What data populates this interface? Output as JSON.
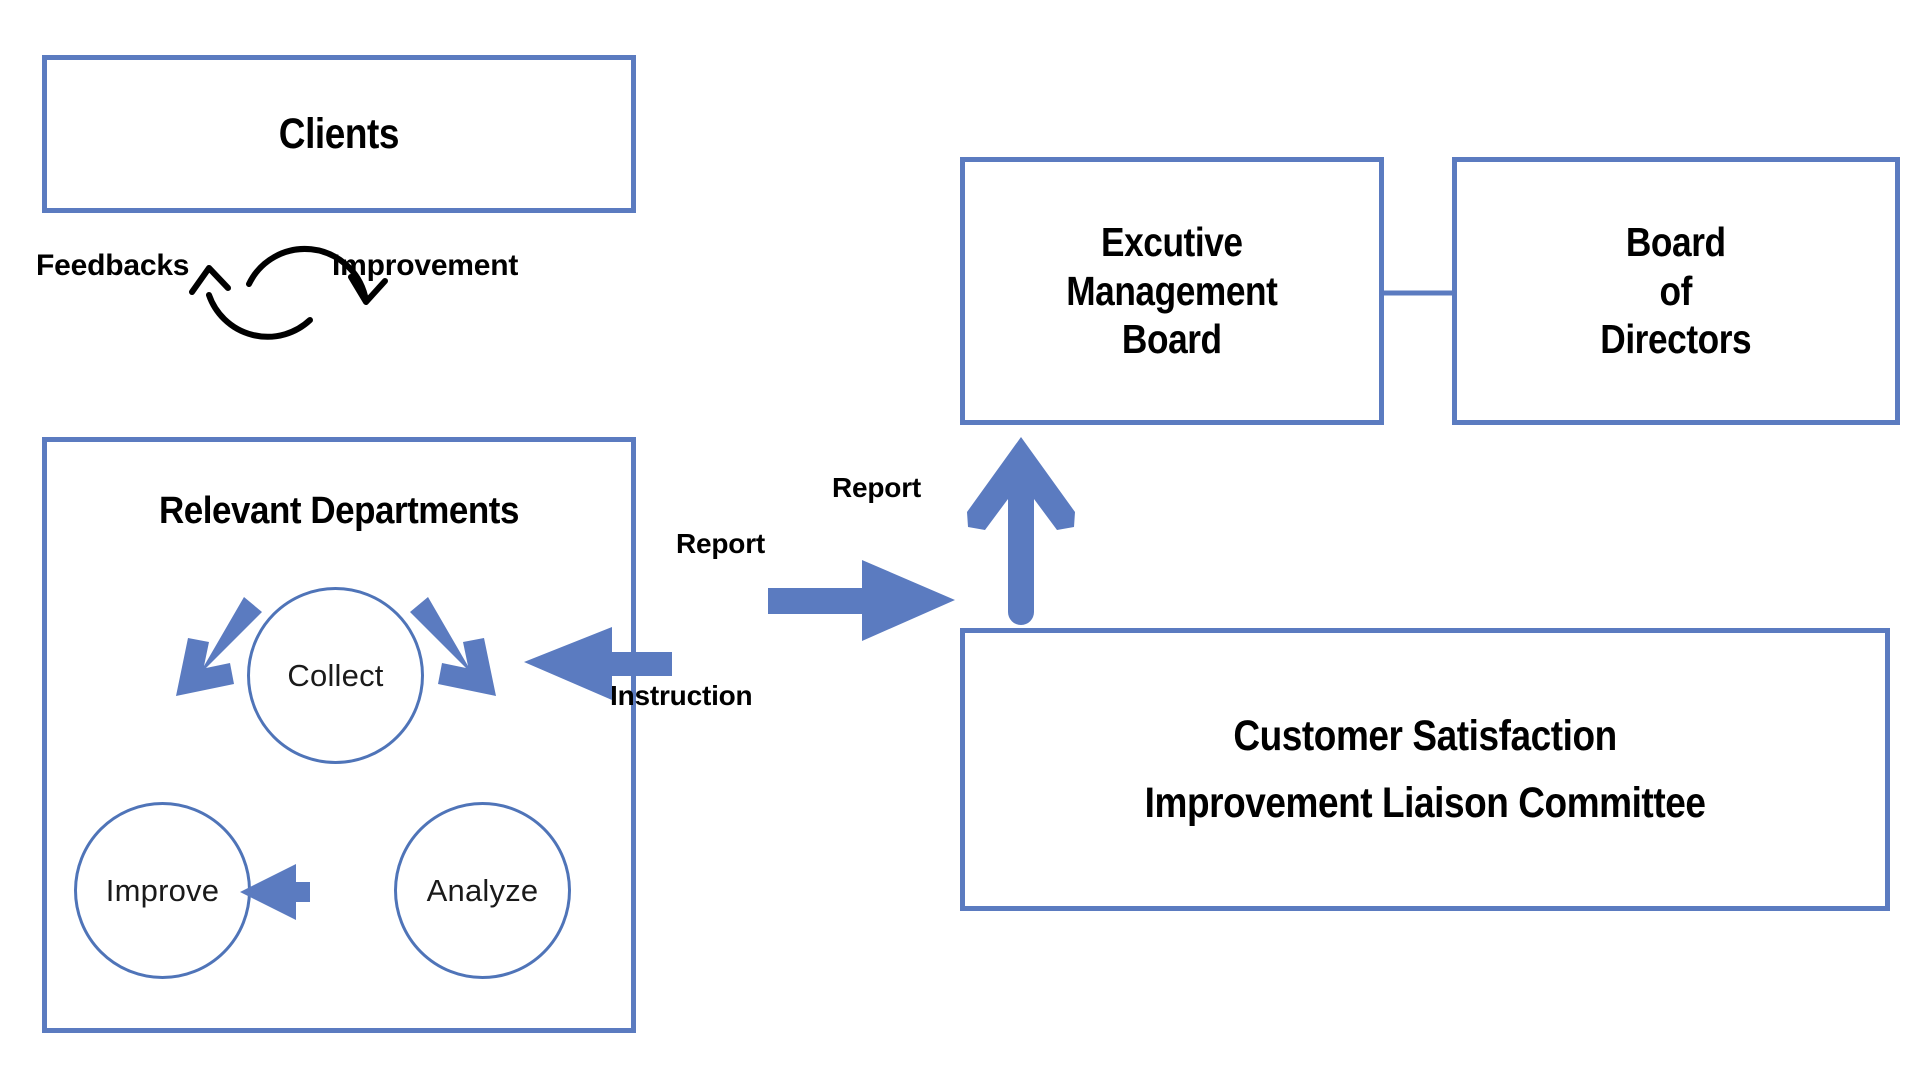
{
  "diagram": {
    "title": "Customer Satisfaction Improvement Organisation Flow",
    "colors": {
      "box_border": "#5B7BC0",
      "arrow_blue": "#5B7BC0",
      "circle_border": "#4F74B8",
      "text": "#000000",
      "background": "#FFFFFF"
    },
    "boxes": {
      "clients": {
        "label": "Clients"
      },
      "departments": {
        "title": "Relevant Departments",
        "cycle": [
          {
            "id": "collect",
            "label": "Collect"
          },
          {
            "id": "analyze",
            "label": "Analyze"
          },
          {
            "id": "improve",
            "label": "Improve"
          }
        ]
      },
      "executive_management_board": {
        "label": "Excutive\nManagement\nBoard"
      },
      "board_of_directors": {
        "label": "Board\nof\nDirectors"
      },
      "committee": {
        "label": "Customer Satisfaction\nImprovement Liaison Committee"
      }
    },
    "flow_labels": {
      "feedbacks": "Feedbacks",
      "improvement": "Improvement",
      "report_to_exec": "Report",
      "report_to_committee": "Report",
      "instruction": "Instruction"
    },
    "connections": [
      {
        "from": "clients",
        "to": "departments",
        "label": "Improvement",
        "style": "curved-loop"
      },
      {
        "from": "departments",
        "to": "clients",
        "label": "Feedbacks",
        "style": "curved-loop"
      },
      {
        "from": "departments",
        "to": "committee",
        "label": "Report",
        "style": "block-arrow-right"
      },
      {
        "from": "committee",
        "to": "departments",
        "label": "Instruction",
        "style": "block-arrow-left"
      },
      {
        "from": "committee",
        "to": "executive_management_board",
        "label": "Report",
        "style": "block-arrow-up"
      },
      {
        "from": "executive_management_board",
        "to": "board_of_directors",
        "label": "",
        "style": "plain-line"
      }
    ]
  }
}
